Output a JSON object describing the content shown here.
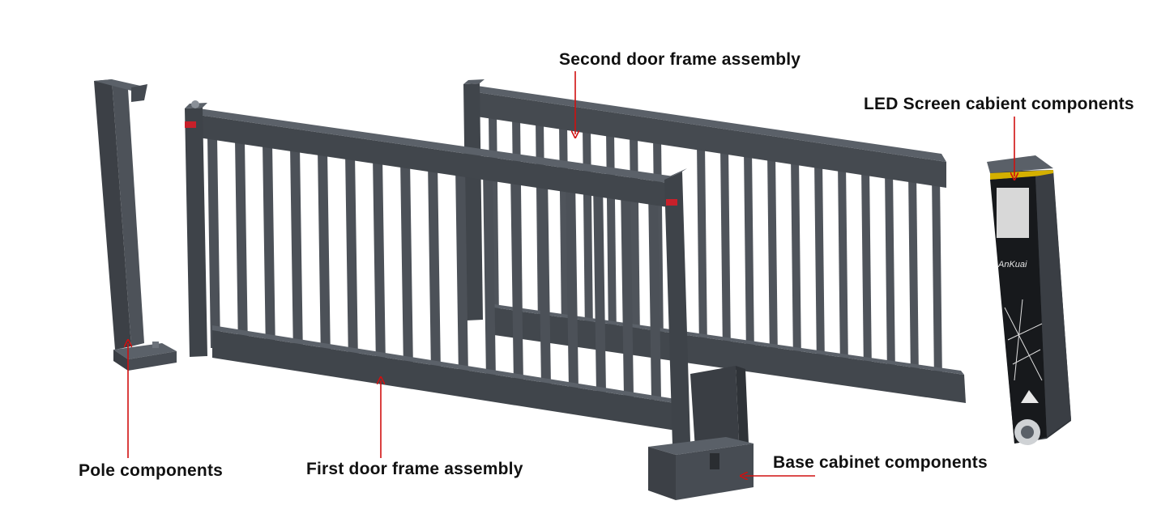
{
  "labels": {
    "second_door": "Second door frame assembly",
    "led_screen": "LED Screen cabient components",
    "pole": "Pole components",
    "first_door": "First door frame assembly",
    "base_cabinet": "Base cabinet components"
  },
  "brand_logo": "AnKuai",
  "colors": {
    "frame": "#4a4f56",
    "frame_dark": "#3a3e44",
    "frame_light": "#5d636b",
    "arrow": "#d01010",
    "screen_accent": "#d4b000"
  }
}
